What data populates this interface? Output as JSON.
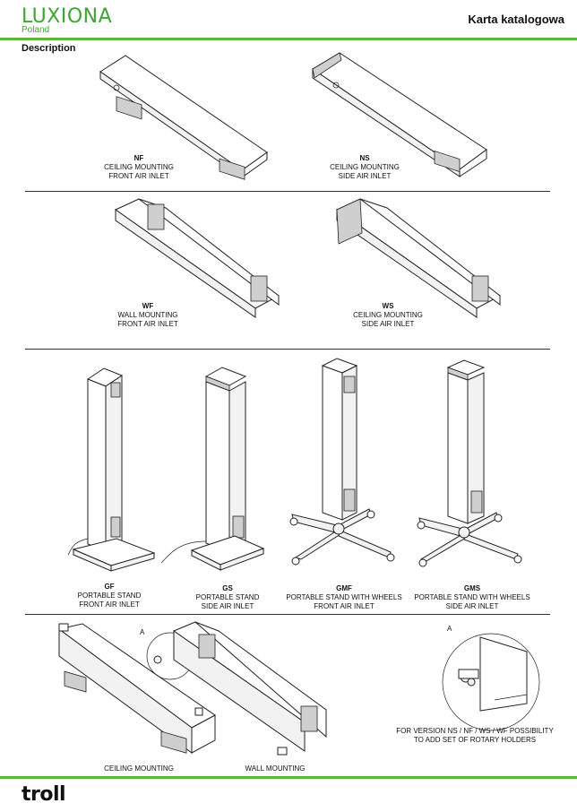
{
  "header": {
    "brand": "LUXIONA",
    "brand_sub": "Poland",
    "doc_title": "Karta katalogowa"
  },
  "section": {
    "title": "Description"
  },
  "row1": [
    {
      "code": "NF",
      "line1": "CEILING MOUNTING",
      "line2": "FRONT AIR INLET"
    },
    {
      "code": "NS",
      "line1": "CEILING MOUNTING",
      "line2": "SIDE AIR INLET"
    }
  ],
  "row2": [
    {
      "code": "WF",
      "line1": "WALL MOUNTING",
      "line2": "FRONT AIR INLET"
    },
    {
      "code": "WS",
      "line1": "CEILING MOUNTING",
      "line2": "SIDE AIR INLET"
    }
  ],
  "row3": [
    {
      "code": "GF",
      "line1": "PORTABLE STAND",
      "line2": "FRONT AIR INLET"
    },
    {
      "code": "GS",
      "line1": "PORTABLE STAND",
      "line2": "SIDE AIR INLET"
    },
    {
      "code": "GMF",
      "line1": "PORTABLE STAND WITH WHEELS",
      "line2": "FRONT AIR INLET"
    },
    {
      "code": "GMS",
      "line1": "PORTABLE STAND WITH WHEELS",
      "line2": "SIDE AIR INLET"
    }
  ],
  "row4": {
    "left_caption": "CEILING MOUNTING",
    "right_caption": "WALL MOUNTING",
    "detail_label_1": "A",
    "detail_label_2": "A",
    "note_line1": "FOR VERSION NS / NF / WS / WF POSSIBILITY",
    "note_line2": "TO ADD SET OF ROTARY HOLDERS"
  },
  "footer": {
    "brand": "troll"
  }
}
